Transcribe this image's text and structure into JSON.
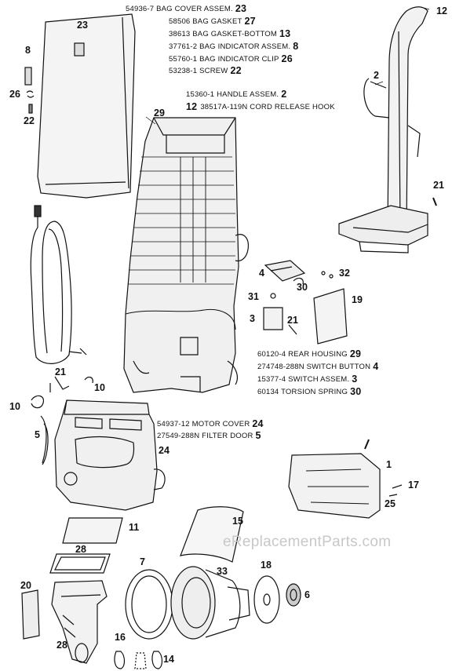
{
  "parts_list": [
    {
      "part_no": "54936-7",
      "desc": "BAG COVER ASSEM.",
      "callout": "23"
    },
    {
      "part_no": "58506",
      "desc": "BAG GASKET",
      "callout": "27"
    },
    {
      "part_no": "38613",
      "desc": "BAG GASKET-BOTTOM",
      "callout": "13"
    },
    {
      "part_no": "37761-2",
      "desc": "BAG INDICATOR ASSEM.",
      "callout": "8"
    },
    {
      "part_no": "55760-1",
      "desc": "BAG INDICATOR CLIP",
      "callout": "26"
    },
    {
      "part_no": "53238-1",
      "desc": "SCREW",
      "callout": "22"
    },
    {
      "part_no": "15360-1",
      "desc": "HANDLE ASSEM.",
      "callout": "2"
    },
    {
      "part_no": "38517A-119N",
      "desc": "CORD RELEASE HOOK",
      "callout": "12"
    },
    {
      "part_no": "60120-4",
      "desc": "REAR HOUSING",
      "callout": "29"
    },
    {
      "part_no": "274748-288N",
      "desc": "SWITCH BUTTON",
      "callout": "4"
    },
    {
      "part_no": "15377-4",
      "desc": "SWITCH ASSEM.",
      "callout": "3"
    },
    {
      "part_no": "60134",
      "desc": "TORSION SPRING",
      "callout": "30"
    },
    {
      "part_no": "54937-12",
      "desc": "MOTOR COVER",
      "callout": "24"
    },
    {
      "part_no": "27549-288N",
      "desc": "FILTER DOOR",
      "callout": "5"
    }
  ],
  "callouts": [
    "23",
    "12",
    "8",
    "26",
    "22",
    "2",
    "29",
    "21",
    "4",
    "30",
    "32",
    "31",
    "19",
    "3",
    "21",
    "21",
    "10",
    "10",
    "5",
    "24",
    "1",
    "17",
    "25",
    "11",
    "15",
    "28",
    "7",
    "33",
    "18",
    "20",
    "6",
    "28",
    "16",
    "14"
  ],
  "watermark": "eReplacementParts.com"
}
